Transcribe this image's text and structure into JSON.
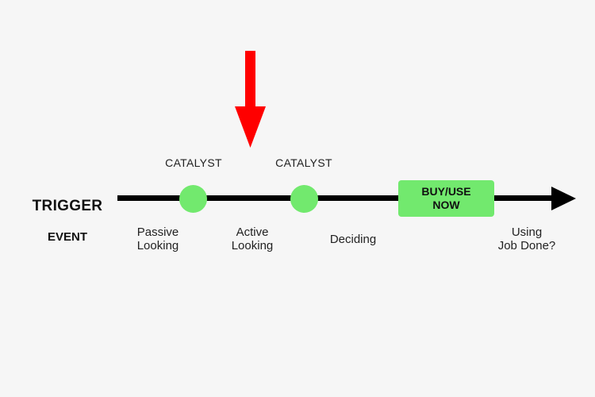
{
  "diagram": {
    "trigger": {
      "line1": "TRIGGER",
      "line2": "EVENT"
    },
    "catalysts": [
      "CATALYST",
      "CATALYST"
    ],
    "stages": [
      "Passive\nLooking",
      "Active\nLooking",
      "Deciding",
      "Using\nJob Done?"
    ],
    "buy_box": "BUY/USE\nNOW",
    "colors": {
      "background": "#f6f6f6",
      "timeline": "#000000",
      "milestone_green": "#72e96e",
      "pointer_red": "#ff0000"
    },
    "icons": {
      "pointer": "down-arrow-icon",
      "timeline_end": "arrow-head-icon"
    }
  }
}
